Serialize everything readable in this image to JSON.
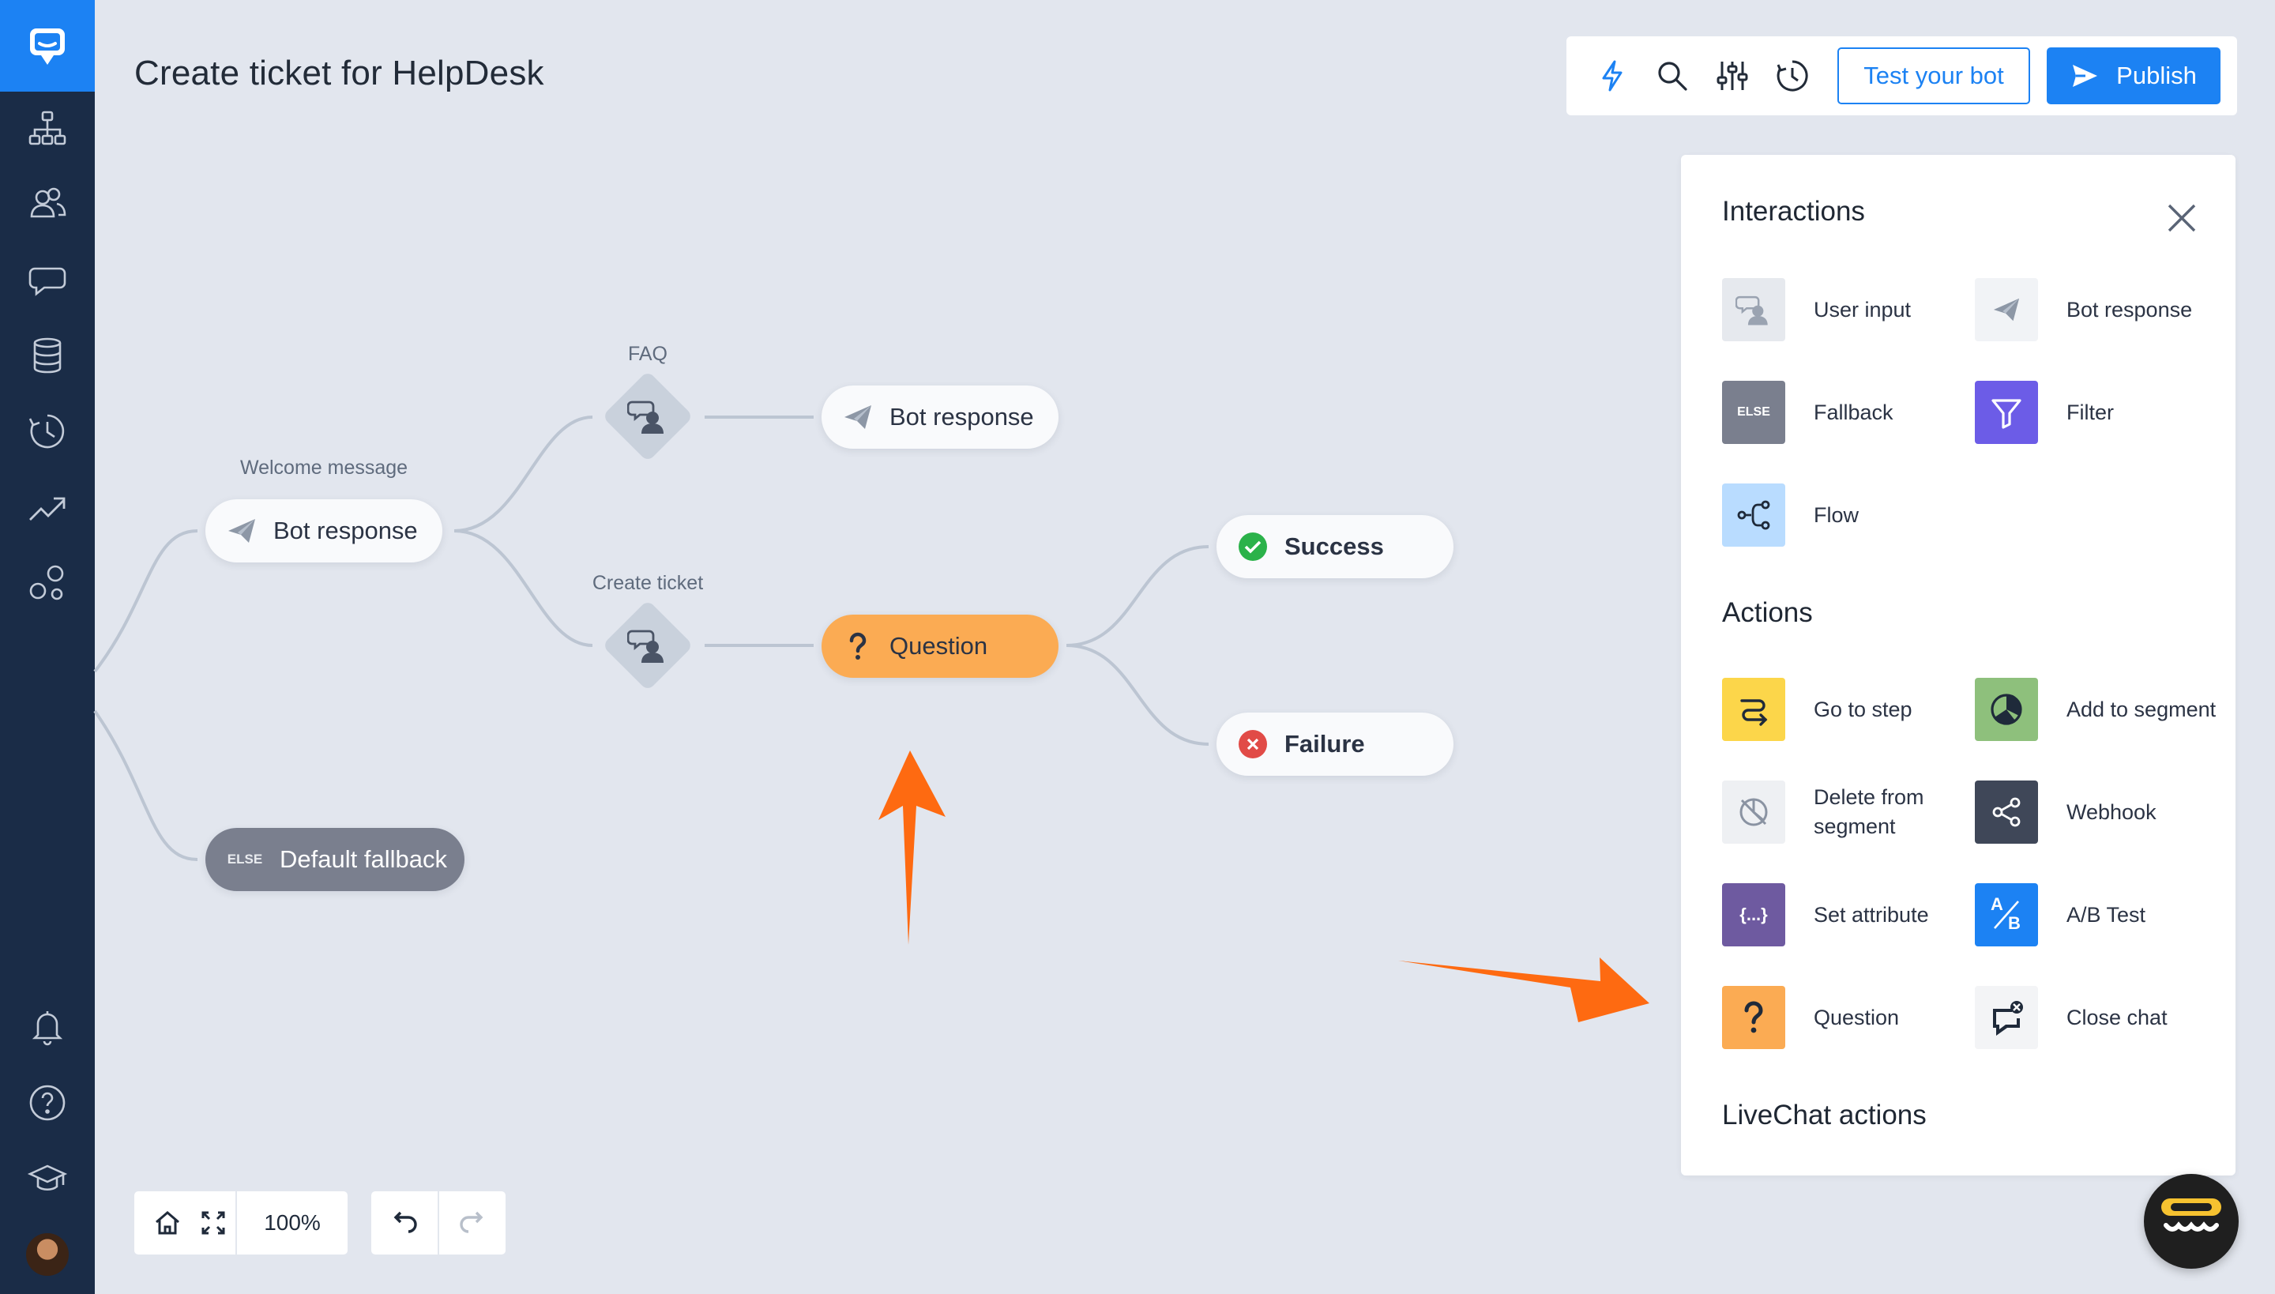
{
  "header": {
    "title": "Create ticket for HelpDesk",
    "test_label": "Test your bot",
    "publish_label": "Publish"
  },
  "colors": {
    "sidebar": "#1a2c47",
    "accent": "#1c82f3",
    "canvas": "#e2e6ee",
    "question": "#fbab53",
    "fallback": "#7a7f8e",
    "success": "#2bb24a",
    "failure": "#e14b47"
  },
  "sidebar": {
    "items": [
      {
        "icon": "sitemap-icon"
      },
      {
        "icon": "users-icon"
      },
      {
        "icon": "chat-bubble-icon"
      },
      {
        "icon": "database-icon"
      },
      {
        "icon": "history-icon"
      },
      {
        "icon": "trending-icon"
      },
      {
        "icon": "integrations-icon"
      },
      {
        "icon": "bell-icon"
      },
      {
        "icon": "help-icon"
      },
      {
        "icon": "graduation-cap-icon"
      }
    ]
  },
  "canvas": {
    "labels": {
      "welcome": "Welcome message",
      "faq": "FAQ",
      "create_ticket": "Create ticket"
    },
    "nodes": {
      "welcome_bot": "Bot response",
      "faq_bot": "Bot response",
      "question": "Question",
      "success": "Success",
      "failure": "Failure",
      "fallback": "Default fallback",
      "else_tag": "ELSE"
    }
  },
  "panel": {
    "interactions_title": "Interactions",
    "actions_title": "Actions",
    "livechat_title": "LiveChat actions",
    "interactions": [
      {
        "label": "User input",
        "icon": "user-input-icon",
        "color": "#e6e9ee"
      },
      {
        "label": "Bot response",
        "icon": "paper-plane-icon",
        "color": "#f1f3f6"
      },
      {
        "label": "Fallback",
        "icon": "else-icon",
        "color": "#7a7f8e"
      },
      {
        "label": "Filter",
        "icon": "filter-icon",
        "color": "#6c5ce7"
      },
      {
        "label": "Flow",
        "icon": "flow-icon",
        "color": "#b9dcff"
      }
    ],
    "actions": [
      {
        "label": "Go to step",
        "icon": "go-to-step-icon",
        "color": "#fcd64a"
      },
      {
        "label": "Add to segment",
        "icon": "pie-icon",
        "color": "#8ec07c"
      },
      {
        "label": "Delete from segment",
        "icon": "delete-segment-icon",
        "color": "#eef0f3"
      },
      {
        "label": "Webhook",
        "icon": "webhook-icon",
        "color": "#3f4758"
      },
      {
        "label": "Set attribute",
        "icon": "braces-icon",
        "color": "#6e5aa0"
      },
      {
        "label": "A/B Test",
        "icon": "ab-test-icon",
        "color": "#1c82f3"
      },
      {
        "label": "Question",
        "icon": "question-icon",
        "color": "#fbab53"
      },
      {
        "label": "Close chat",
        "icon": "close-chat-icon",
        "color": "#f3f4f6"
      }
    ],
    "else_tag": "ELSE",
    "braces_tag": "{...}",
    "ab_tag_a": "A",
    "ab_tag_b": "B"
  },
  "zoom": {
    "level": "100%"
  }
}
